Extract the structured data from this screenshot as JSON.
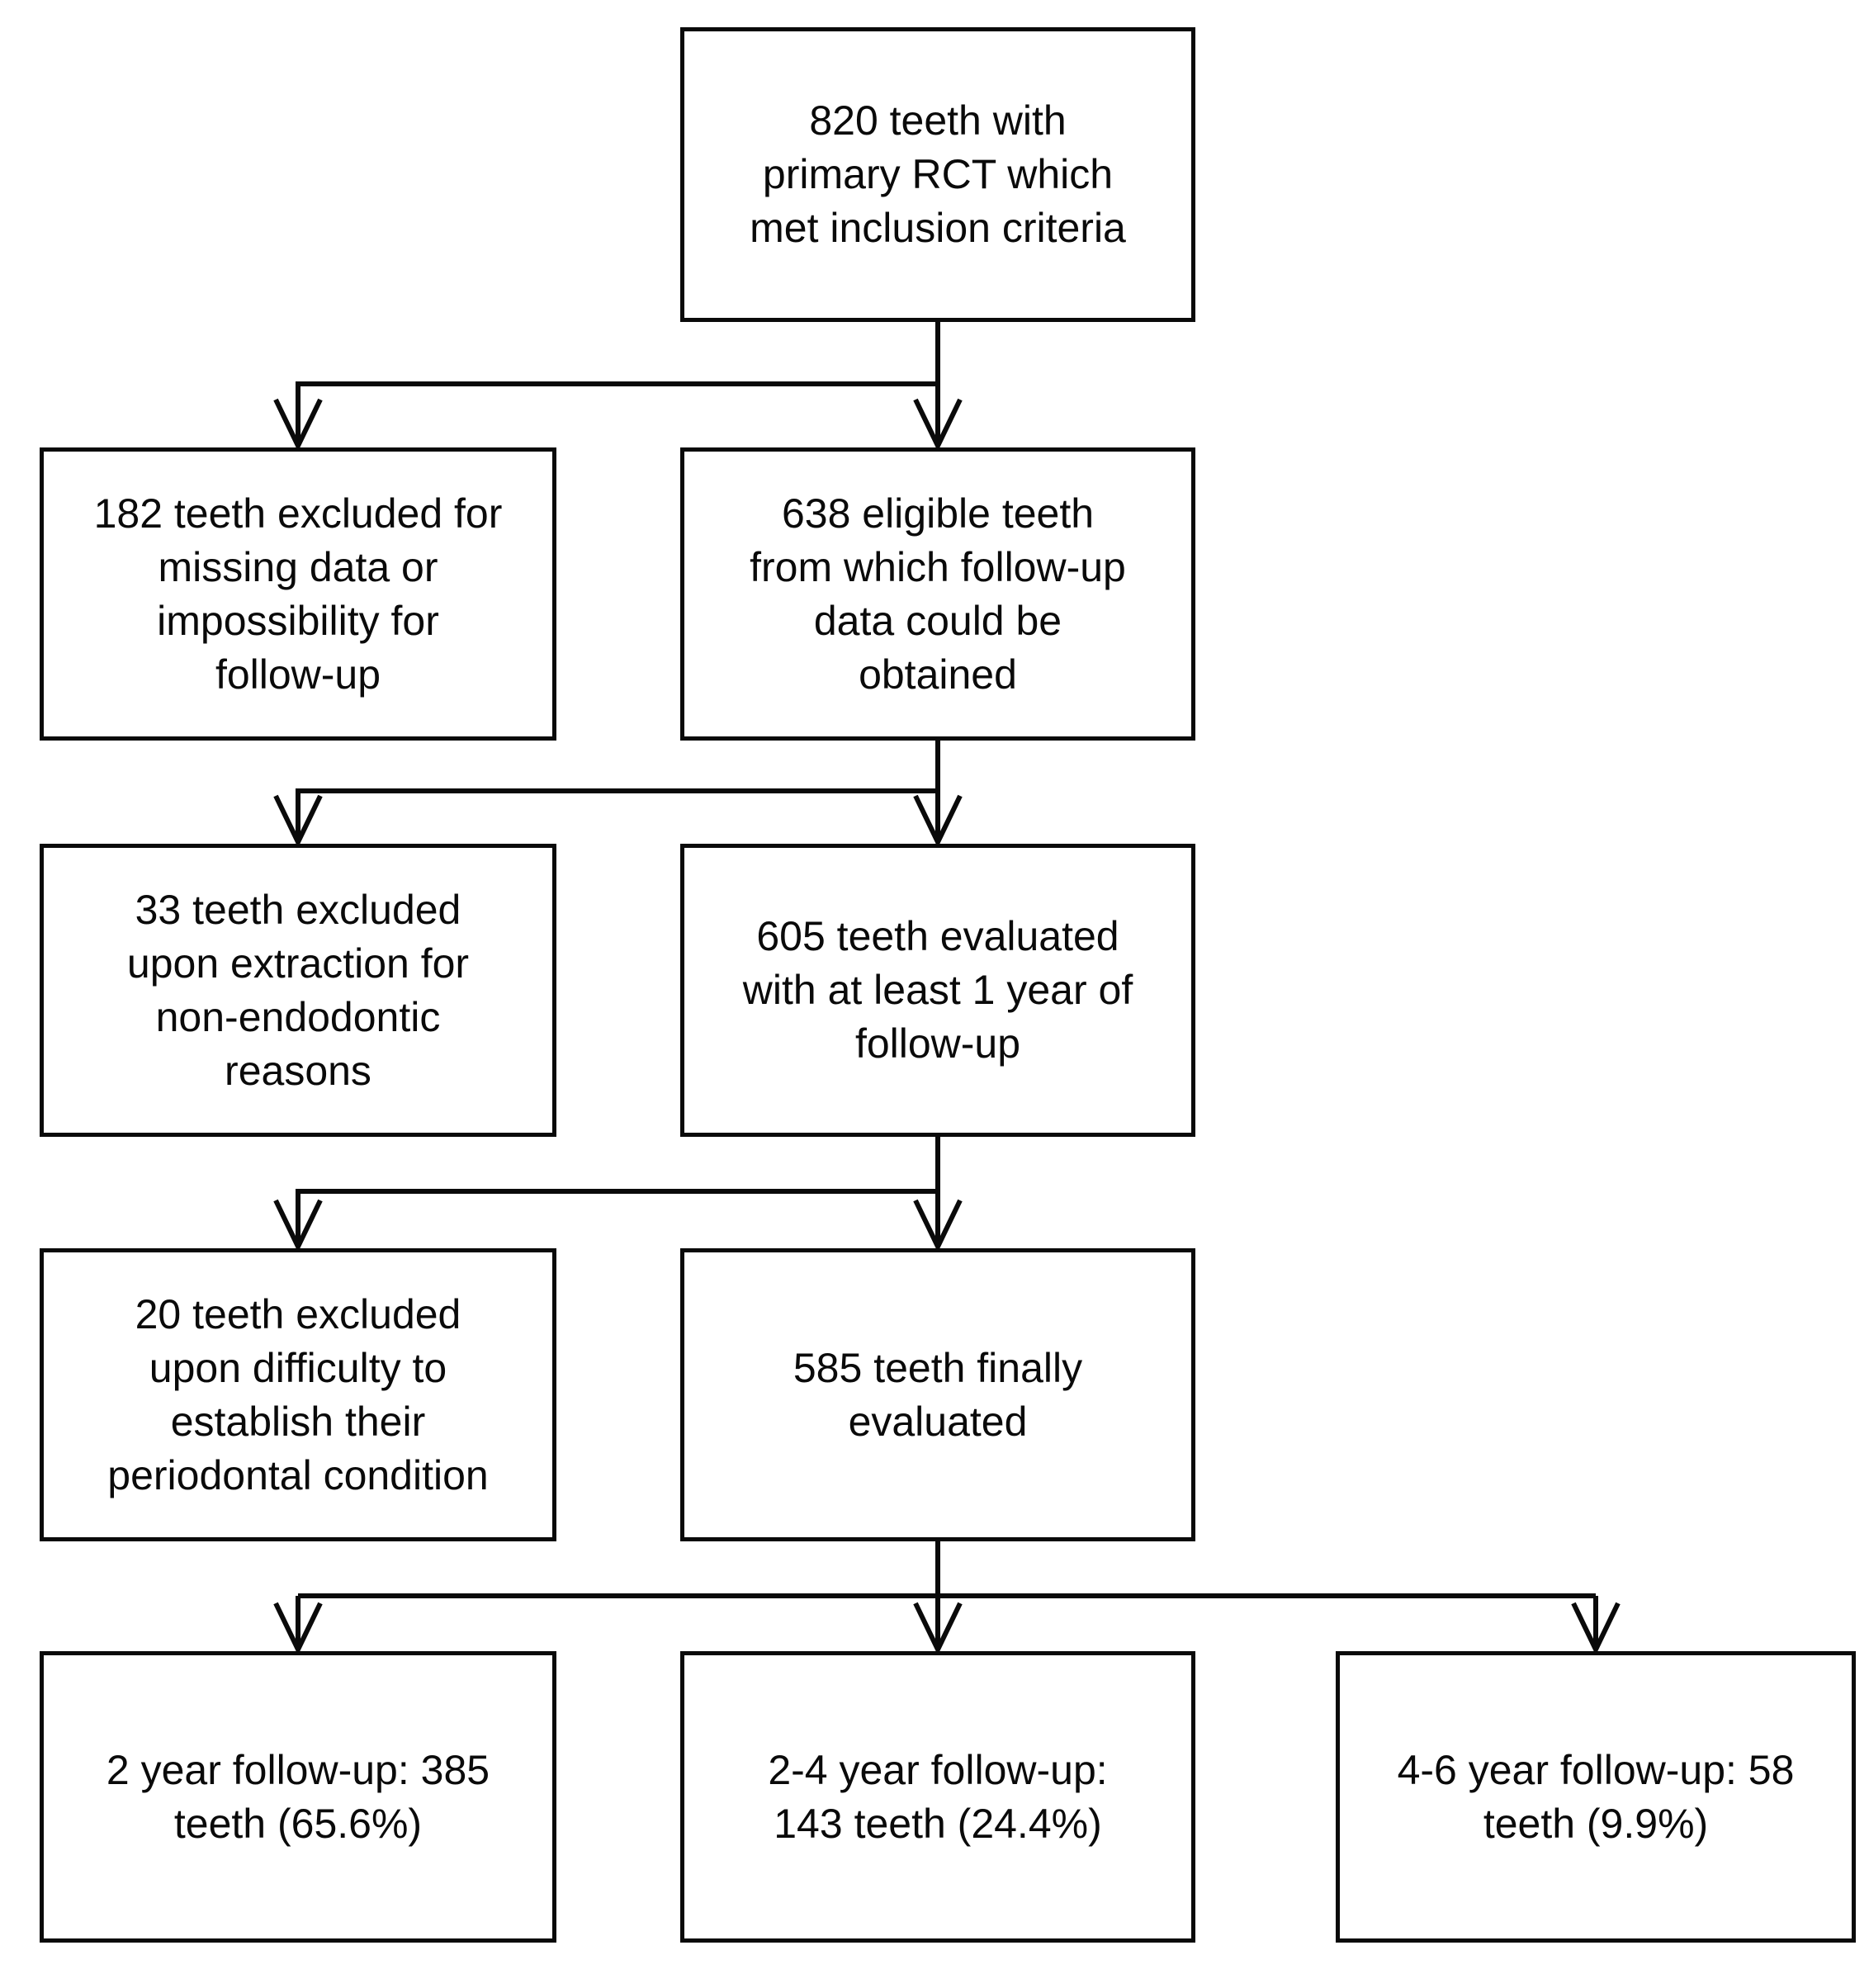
{
  "flowchart": {
    "nodes": [
      {
        "id": "start-820",
        "text": "820 teeth with\nprimary RCT which\nmet inclusion criteria"
      },
      {
        "id": "excluded-182",
        "text": "182 teeth excluded for\nmissing data or\nimpossibility for\nfollow-up"
      },
      {
        "id": "eligible-638",
        "text": "638 eligible teeth\nfrom which follow-up\ndata could be\nobtained"
      },
      {
        "id": "excluded-33",
        "text": "33 teeth excluded\nupon extraction for\nnon-endodontic\nreasons"
      },
      {
        "id": "evaluated-605",
        "text": "605 teeth evaluated\nwith at least 1 year of\nfollow-up"
      },
      {
        "id": "excluded-20",
        "text": "20 teeth excluded\nupon difficulty to\nestablish their\nperiodontal condition"
      },
      {
        "id": "final-585",
        "text": "585 teeth finally\nevaluated"
      },
      {
        "id": "followup-2yr",
        "text": "2 year follow-up: 385\nteeth (65.6%)"
      },
      {
        "id": "followup-2-4yr",
        "text": "2-4 year follow-up:\n143 teeth (24.4%)"
      },
      {
        "id": "followup-4-6yr",
        "text": "4-6 year follow-up: 58\nteeth (9.9%)"
      }
    ],
    "edges": [
      {
        "from": "start-820",
        "to": "excluded-182"
      },
      {
        "from": "start-820",
        "to": "eligible-638"
      },
      {
        "from": "eligible-638",
        "to": "excluded-33"
      },
      {
        "from": "eligible-638",
        "to": "evaluated-605"
      },
      {
        "from": "evaluated-605",
        "to": "excluded-20"
      },
      {
        "from": "evaluated-605",
        "to": "final-585"
      },
      {
        "from": "final-585",
        "to": "followup-2yr"
      },
      {
        "from": "final-585",
        "to": "followup-2-4yr"
      },
      {
        "from": "final-585",
        "to": "followup-4-6yr"
      }
    ],
    "colors": {
      "line": "#0a0a0a",
      "text": "#0a0a0a",
      "box_fill": "#ffffff",
      "background": "#ffffff"
    }
  }
}
